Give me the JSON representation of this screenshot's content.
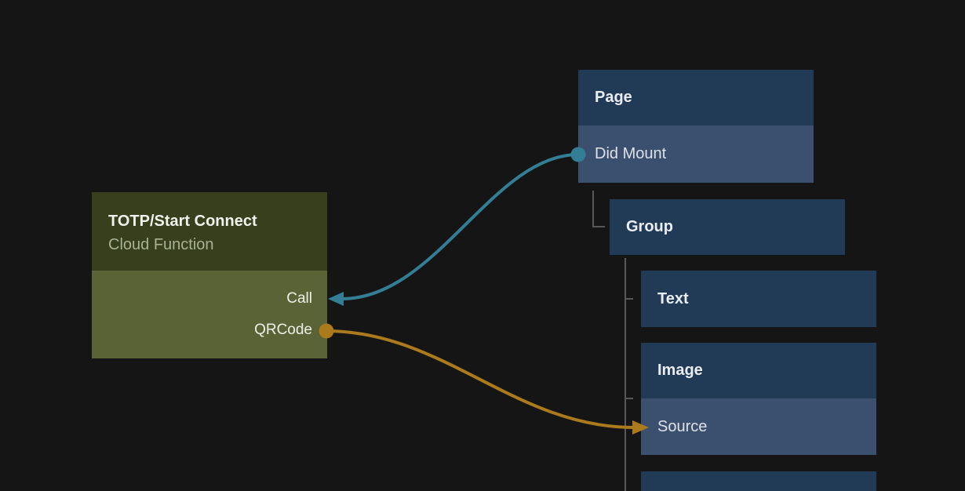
{
  "function_node": {
    "title": "TOTP/Start Connect",
    "subtitle": "Cloud Function",
    "outputs": [
      "Call",
      "QRCode"
    ]
  },
  "widget_tree": {
    "page": {
      "title": "Page",
      "trigger": "Did Mount"
    },
    "group": {
      "title": "Group"
    },
    "text": {
      "title": "Text"
    },
    "image": {
      "title": "Image",
      "property": "Source"
    }
  },
  "connections": [
    {
      "from": "Did Mount",
      "to": "Call",
      "color": "#337e95"
    },
    {
      "from": "QRCode",
      "to": "Source",
      "color": "#aa7a1d"
    }
  ],
  "colors": {
    "background": "#151515",
    "node_header_blue": "#213a56",
    "node_row_blue": "#3b4f6e",
    "function_header_olive": "#373f1c",
    "function_body_olive": "#5a6336",
    "tree_line_gray": "#58585a",
    "teal_accent": "#337e95",
    "orange_accent": "#aa7a1d"
  }
}
